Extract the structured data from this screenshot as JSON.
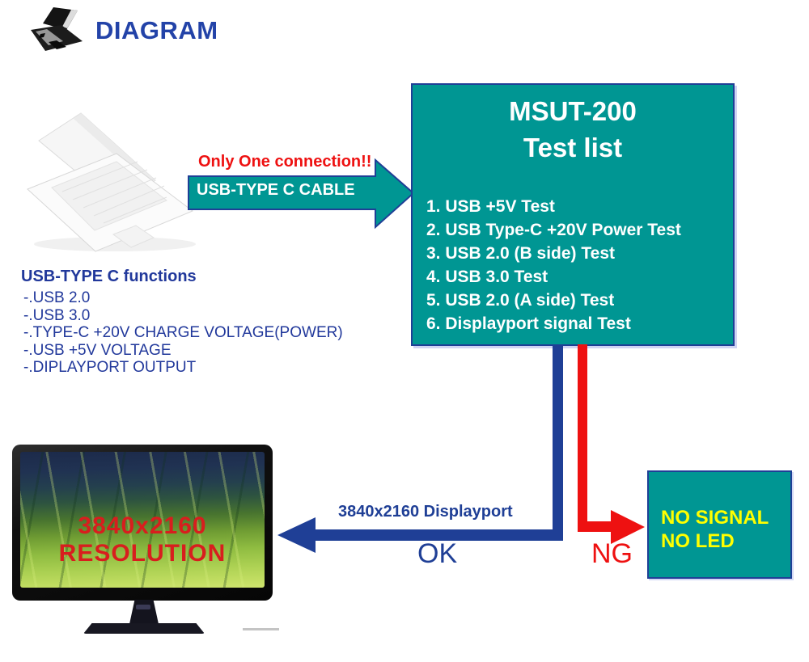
{
  "header": {
    "title": "DIAGRAM"
  },
  "connection": {
    "callout": "Only One connection!!",
    "cable_label": "USB-TYPE C CABLE"
  },
  "test_box": {
    "title_line1": "MSUT-200",
    "title_line2": "Test list",
    "items": [
      "1. USB +5V Test",
      "2. USB Type-C +20V Power Test",
      "3. USB 2.0 (B side) Test",
      "4. USB 3.0 Test",
      "5. USB 2.0 (A side) Test",
      "6. Displayport signal Test"
    ]
  },
  "functions": {
    "heading": "USB-TYPE C functions",
    "items": [
      "-.USB 2.0",
      "-.USB 3.0",
      "-.TYPE-C +20V CHARGE VOLTAGE(POWER)",
      "-.USB +5V VOLTAGE",
      "-.DIPLAYPORT OUTPUT"
    ]
  },
  "monitor": {
    "overlay_line1": "3840x2160",
    "overlay_line2": "RESOLUTION"
  },
  "ok_path": {
    "arrow_label": "3840x2160 Displayport",
    "status": "OK"
  },
  "ng_path": {
    "status": "NG",
    "box_line1": "NO SIGNAL",
    "box_line2": "NO LED"
  },
  "colors": {
    "teal": "#009693",
    "navy": "#1F3F96",
    "title_blue": "#2343A8",
    "blue_text": "#21389B",
    "red": "#EE1111",
    "monitor_red": "#D81E1E",
    "yellow": "#FFFF00"
  }
}
